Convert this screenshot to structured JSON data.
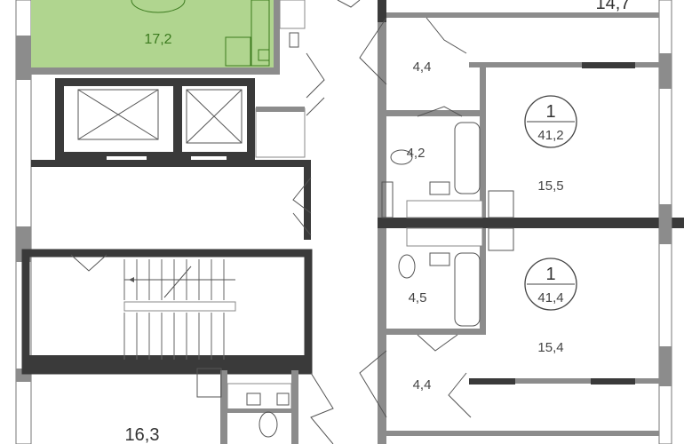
{
  "plan": {
    "highlight_color": "#b0d58f",
    "rooms": [
      {
        "id": "green-room",
        "area": "17,2"
      },
      {
        "id": "top-right-room",
        "area": "14,7"
      },
      {
        "id": "hall-upper",
        "area": "4,4"
      },
      {
        "id": "bath-upper",
        "area": "4,2"
      },
      {
        "id": "room-upper",
        "area": "15,5"
      },
      {
        "id": "bath-lower",
        "area": "4,5"
      },
      {
        "id": "room-lower",
        "area": "15,4"
      },
      {
        "id": "hall-lower",
        "area": "4,4"
      },
      {
        "id": "bottom-left-room",
        "area": "16,3"
      }
    ],
    "apartments": [
      {
        "rooms": "1",
        "total_area": "41,2"
      },
      {
        "rooms": "1",
        "total_area": "41,4"
      }
    ]
  }
}
